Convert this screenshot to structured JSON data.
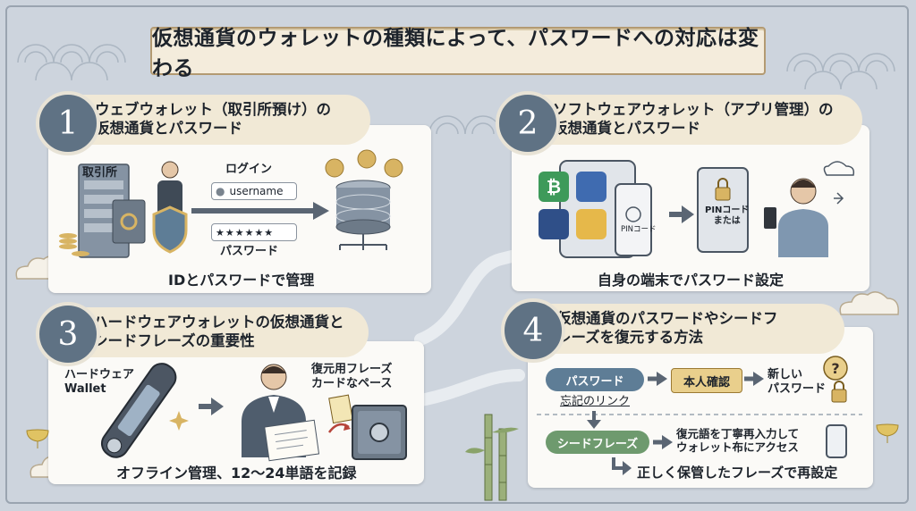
{
  "title": "仮想通貨のウォレットの種類によって、パスワードへの対応は変わる",
  "sections": [
    {
      "number": "1",
      "heading": "ウェブウォレット（取引所預け）の\n仮想通貨とパスワード",
      "exchange_label": "取引所",
      "login_label": "ログイン",
      "username_value": "username",
      "password_mask": "★★★★★★",
      "password_label": "パスワード",
      "caption": "IDとパスワードで管理"
    },
    {
      "number": "2",
      "heading": "ソフトウェアウォレット（アプリ管理）の\n仮想通貨とパスワード",
      "phone_pin_label": "PINコード",
      "tablet_pin_label": "PINコード\nまたは",
      "caption": "自身の端末でパスワード設定"
    },
    {
      "number": "3",
      "heading": "ハードウェアウォレットの仮想通貨と\nシードフレーズの重要性",
      "device_label": "ハードウェア\nWallet",
      "card_label": "復元用フレーズ\nカードなペース",
      "caption": "オフライン管理、12〜24単語を記録"
    },
    {
      "number": "4",
      "heading": "仮想通貨のパスワードやシードフ\nレーズを復元する方法",
      "password_pill": "パスワード",
      "forgot_link": "忘記のリンク",
      "identity_box": "本人確認",
      "new_password": "新しい\nパスワード",
      "seed_pill": "シードフレーズ",
      "seed_desc": "復元語を丁寧再入力して\nウォレット布にアクセス",
      "reset_text": "正しく保管したフレーズで再設定"
    }
  ],
  "colors": {
    "background": "#cdd4dd",
    "card": "#fbfaf7",
    "badge": "#5f7284",
    "header": "#f1e9d6",
    "accent_blue": "#5e7d96",
    "accent_green": "#6e9a6e",
    "accent_gold": "#d8b463",
    "arrow": "#5a6573"
  }
}
